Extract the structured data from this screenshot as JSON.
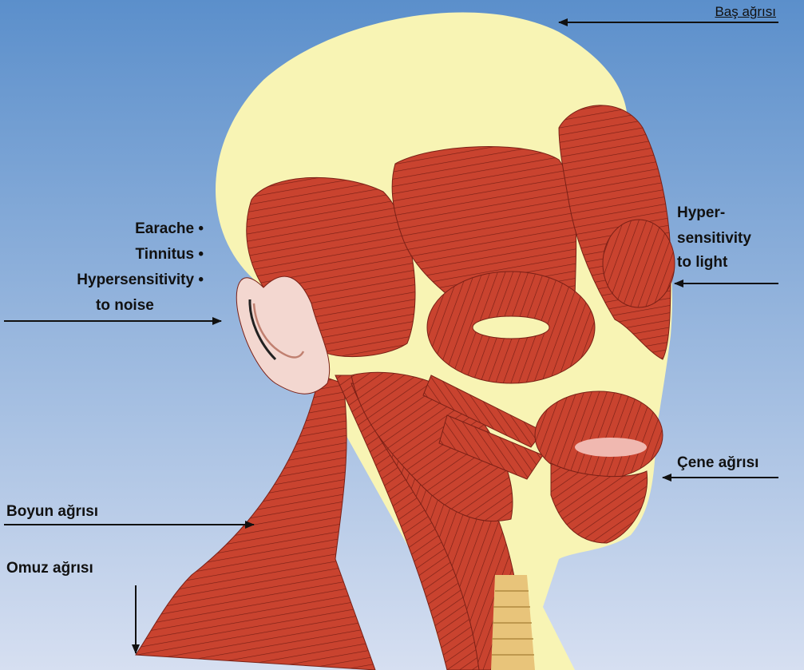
{
  "colors": {
    "bg_top": "#5b8fcb",
    "bg_bottom": "#d6dff1",
    "skin": "#f8f4b4",
    "muscle": "#c9432f",
    "muscle_line": "#7a2016",
    "ear": "#f3d7d0",
    "cartilage": "#e8c47a",
    "arrow": "#111111"
  },
  "labels": {
    "headache": "Baş ağrısı",
    "ear_symptoms": [
      "Earache •",
      "Tinnitus •",
      "Hypersensitivity •"
    ],
    "ear_symptoms_cont": "to noise",
    "light": [
      "Hyper-",
      "sensitivity",
      "to light"
    ],
    "jaw": "Çene ağrısı",
    "neck": "Boyun ağrısı",
    "shoulder": "Omuz ağrısı"
  }
}
